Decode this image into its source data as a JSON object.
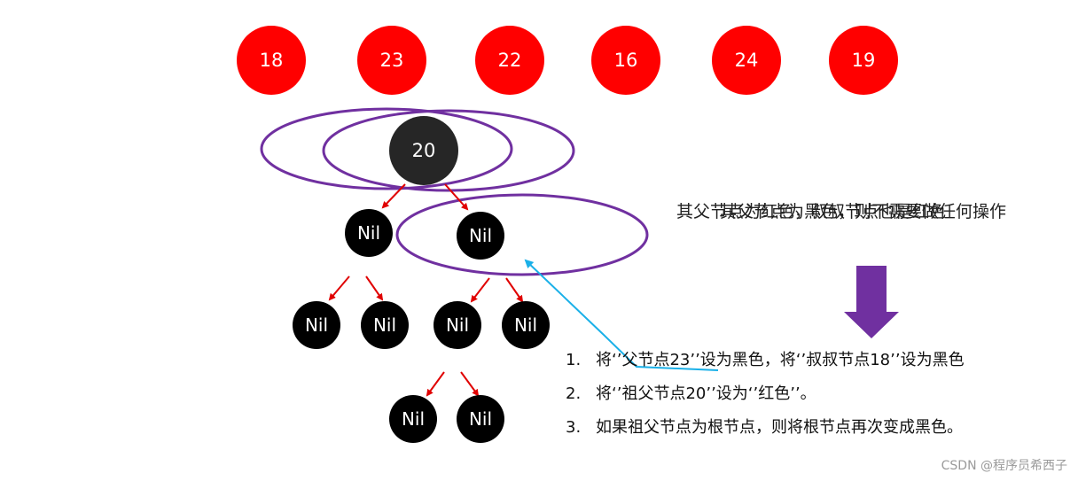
{
  "top_nodes": [
    "18",
    "23",
    "22",
    "16",
    "24",
    "19"
  ],
  "root_node": "20",
  "nil_label": "Nil",
  "side_text": {
    "line_a": "其父节点为黑色，则不需要做任何操作",
    "line_b": "其父节点为红色，叔叔节点也是红色"
  },
  "steps": [
    {
      "num": "1.",
      "text": "将‘’父节点23’’设为黑色，将‘’叔叔节点18’’设为黑色"
    },
    {
      "num": "2.",
      "text": "将‘’祖父节点20’’设为‘’红色’’。"
    },
    {
      "num": "3.",
      "text": "如果祖父节点为根节点，则将根节点再次变成黑色。"
    }
  ],
  "watermark": "CSDN @程序员希西子",
  "colors": {
    "red_node": "#ff0000",
    "black_node": "#000000",
    "root_node": "#262626",
    "edge_arrow": "#e00000",
    "ellipse": "#7030a0",
    "down_arrow": "#7030a0",
    "pointer": "#1ab0e8"
  }
}
